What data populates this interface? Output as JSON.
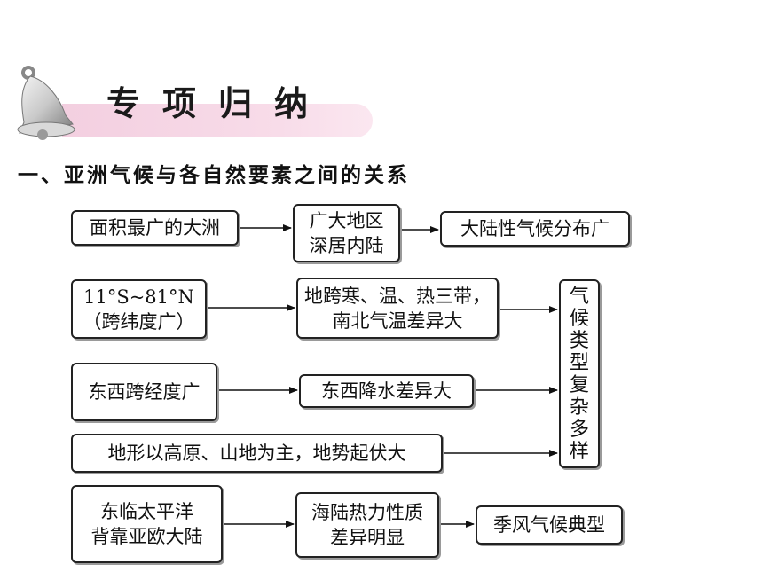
{
  "banner": {
    "title_chars": [
      "专",
      "项",
      "归",
      "纳"
    ],
    "icon": "bell-icon"
  },
  "heading": "一、亚洲气候与各自然要素之间的关系",
  "nodes": {
    "area": [
      "面积最广的大洲"
    ],
    "inland": [
      "广大地区",
      "深居内陆"
    ],
    "continental": [
      "大陆性气候分布广"
    ],
    "latitude": [
      "11°S~81°N",
      "（跨纬度广）"
    ],
    "zones": [
      "地跨寒、温、热三带，",
      "南北气温差异大"
    ],
    "longitude": [
      "东西跨经度广"
    ],
    "rainfall": [
      "东西降水差异大"
    ],
    "terrain": [
      "地形以高原、山地为主，地势起伏大"
    ],
    "climate_types": [
      "气",
      "候",
      "类",
      "型",
      "复",
      "杂",
      "多",
      "样"
    ],
    "location": [
      "东临太平洋",
      "背靠亚欧大陆"
    ],
    "land_sea": [
      "海陆热力性质",
      "差异明显"
    ],
    "monsoon": [
      "季风气候典型"
    ]
  }
}
